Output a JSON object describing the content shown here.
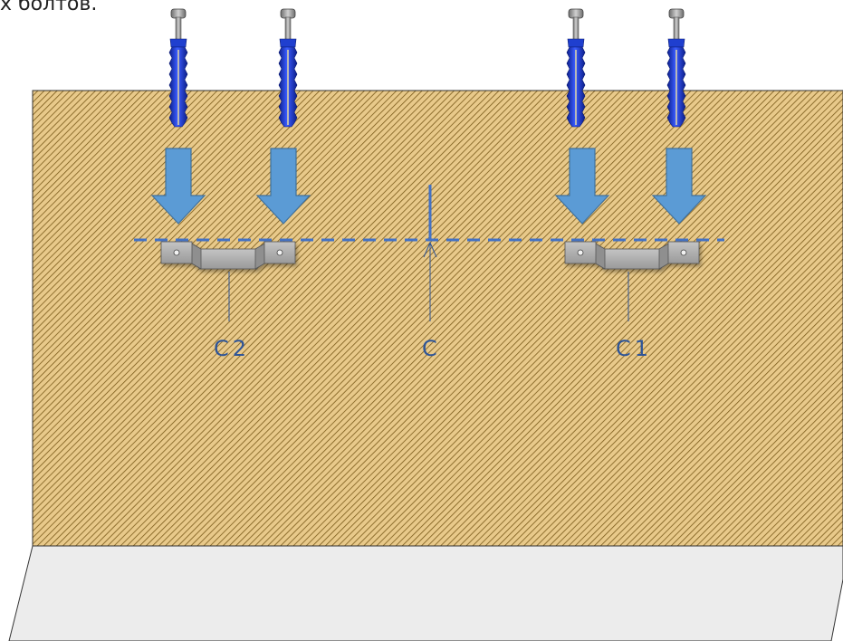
{
  "header_fragment": "х болтов.",
  "labels": {
    "center": "C",
    "left_bracket": "C2",
    "right_bracket": "C1"
  },
  "items": {
    "dowels": [
      "dowel-1",
      "dowel-2",
      "dowel-3",
      "dowel-4"
    ],
    "arrows": [
      "arrow-1",
      "arrow-2",
      "arrow-3",
      "arrow-4"
    ],
    "brackets": [
      "bracket-left",
      "bracket-right"
    ]
  },
  "colors": {
    "wall_base": "#e8c98a",
    "wall_hatch": "#7a5a1a",
    "floor": "#ececec",
    "arrow": "#5b9bd5",
    "arrow_stroke": "#41719c",
    "dowel_blue": "#1f3fcf",
    "screw_grey": "#9a9a9a",
    "bracket": "#b0b0b0",
    "bracket_stroke": "#555555",
    "guide_line": "#4472c4",
    "label_color": "#2f5597"
  }
}
